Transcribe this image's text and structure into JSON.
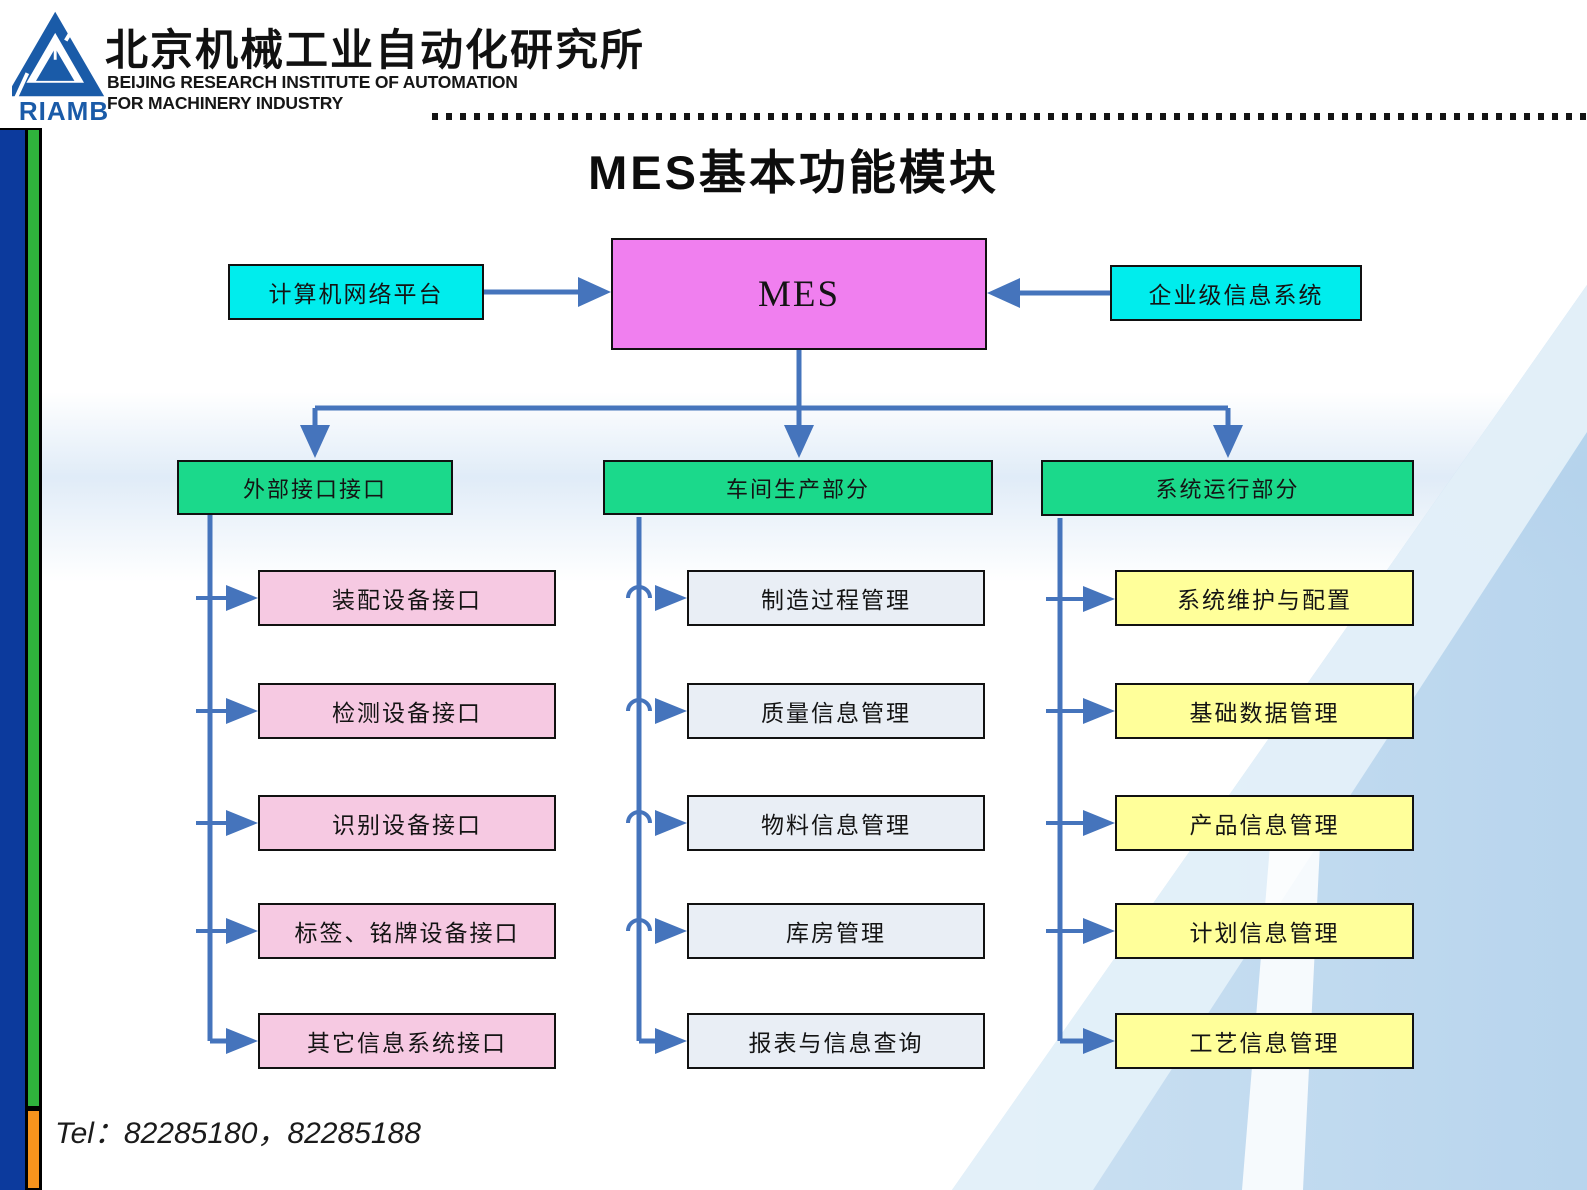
{
  "header": {
    "logo_text": "RIAMB",
    "org_cn": "北京机械工业自动化研究所",
    "org_en_line1": "BEIJING RESEARCH INSTITUTE OF AUTOMATION",
    "org_en_line2": "FOR MACHINERY INDUSTRY"
  },
  "title": "MES基本功能模块",
  "diagram": {
    "root": "MES",
    "left_input": "计算机网络平台",
    "right_input": "企业级信息系统",
    "branches": [
      {
        "label": "外部接口接口",
        "children": [
          "装配设备接口",
          "检测设备接口",
          "识别设备接口",
          "标签、铭牌设备接口",
          "其它信息系统接口"
        ]
      },
      {
        "label": "车间生产部分",
        "children": [
          "制造过程管理",
          "质量信息管理",
          "物料信息管理",
          "库房管理",
          "报表与信息查询"
        ]
      },
      {
        "label": "系统运行部分",
        "children": [
          "系统维护与配置",
          "基础数据管理",
          "产品信息管理",
          "计划信息管理",
          "工艺信息管理"
        ]
      }
    ]
  },
  "footer": {
    "tel": "Tel：82285180，82285188"
  },
  "colors": {
    "connector": "#4574BC",
    "mes_fill": "#F07FEF",
    "input_fill": "#00EDED",
    "branch_fill": "#1BD98B",
    "interface_fill": "#F6C9E2",
    "production_fill": "#E9EEF5",
    "operation_fill": "#FFFF9A",
    "bar_blue": "#0C3A9D",
    "bar_green": "#2FB23C",
    "bar_orange": "#F7941D",
    "logo_blue": "#1A5BA8"
  }
}
